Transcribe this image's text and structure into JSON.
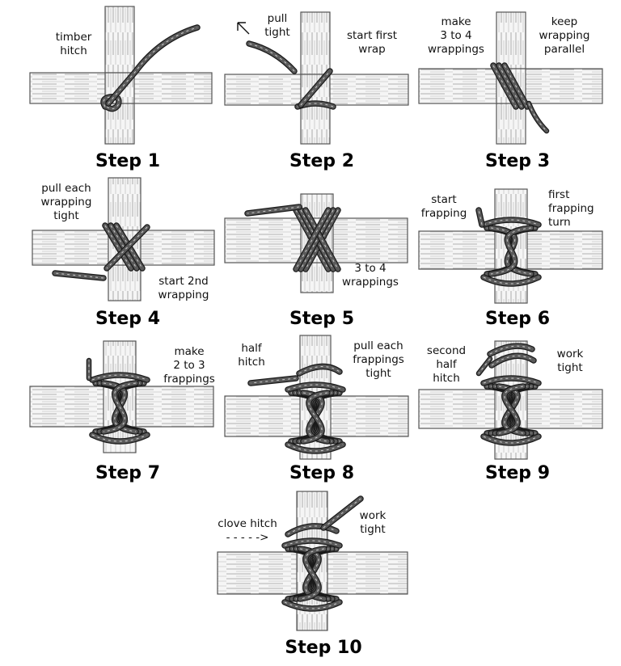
{
  "steps": [
    {
      "title": "Step 1",
      "labels": [
        "timber\nhitch"
      ]
    },
    {
      "title": "Step 2",
      "labels": [
        "pull\ntight",
        "start first\nwrap"
      ]
    },
    {
      "title": "Step 3",
      "labels": [
        "make\n3 to 4\nwrappings",
        "keep\nwrapping\nparallel"
      ]
    },
    {
      "title": "Step 4",
      "labels": [
        "pull each\nwrapping\ntight",
        "start 2nd\nwrapping"
      ]
    },
    {
      "title": "Step 5",
      "labels": [
        "3 to 4\nwrappings"
      ]
    },
    {
      "title": "Step 6",
      "labels": [
        "start\nfrapping",
        "first\nfrapping\nturn"
      ]
    },
    {
      "title": "Step 7",
      "labels": [
        "make\n2 to 3\nfrappings"
      ]
    },
    {
      "title": "Step 8",
      "labels": [
        "half\nhitch",
        "pull each\nfrappings\ntight"
      ]
    },
    {
      "title": "Step 9",
      "labels": [
        "second\nhalf\nhitch",
        "work\ntight"
      ]
    },
    {
      "title": "Step 10",
      "labels": [
        "clove hitch\n- - - - ->",
        "work\ntight"
      ]
    }
  ],
  "colors": {
    "wood": "#f4f4f4",
    "grain": "#8a8a8a",
    "rope": "#5a5a5a",
    "ink": "#111111"
  }
}
